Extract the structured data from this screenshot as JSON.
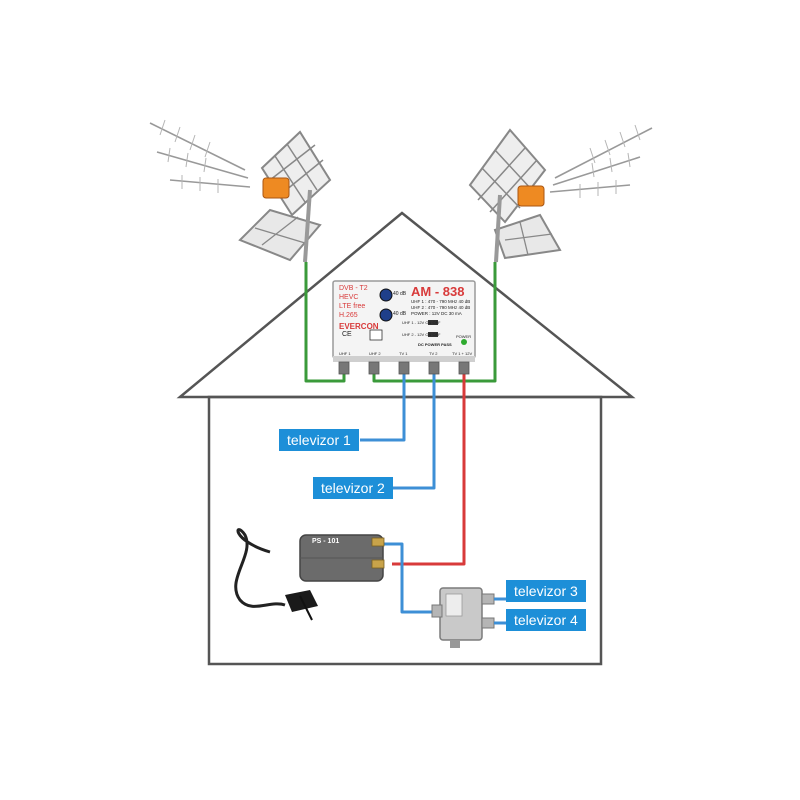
{
  "amplifier": {
    "features": [
      "DVB - T2",
      "HEVC",
      "LTE free",
      "H.265"
    ],
    "brand": "EVERCON",
    "model": "AM - 838",
    "knob1_label": "40 dB",
    "knob2_label": "40 dB",
    "specs": [
      "UHF 1 : 470 - 790 MHz 40 dB",
      "UHF 2 : 470 - 790 MHz 40 dB",
      "POWER : 12V DC 30 mA"
    ],
    "switch1": "UHF 1 - 12V  ON  OFF",
    "switch2": "UHF 2 - 12V  ON  OFF",
    "dc_label": "DC POWER PASS",
    "power_label": "POWER",
    "ports": [
      "UHF 1",
      "UHF 2",
      "TV 1",
      "TV 2",
      "TV 1 + 12V"
    ],
    "cert": "CE"
  },
  "power_supply": {
    "label": "PS - 101"
  },
  "tv_labels": [
    "televizor 1",
    "televizor 2",
    "televizor 3",
    "televizor 4"
  ],
  "colors": {
    "green_cable": "#3a9a3a",
    "blue_cable": "#3d8fd6",
    "red_cable": "#d83a3a",
    "label_bg": "#1d8fd8"
  }
}
